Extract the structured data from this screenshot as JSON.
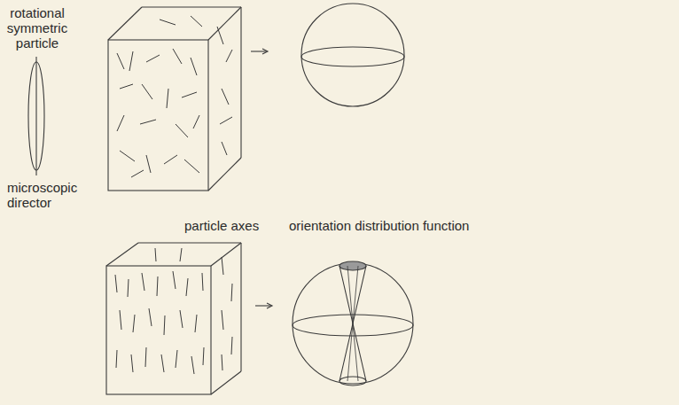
{
  "diagram": {
    "labels": [
      "rotational symmetric particle",
      "microscopic director",
      "particle axes",
      "orientation distribution function"
    ]
  }
}
